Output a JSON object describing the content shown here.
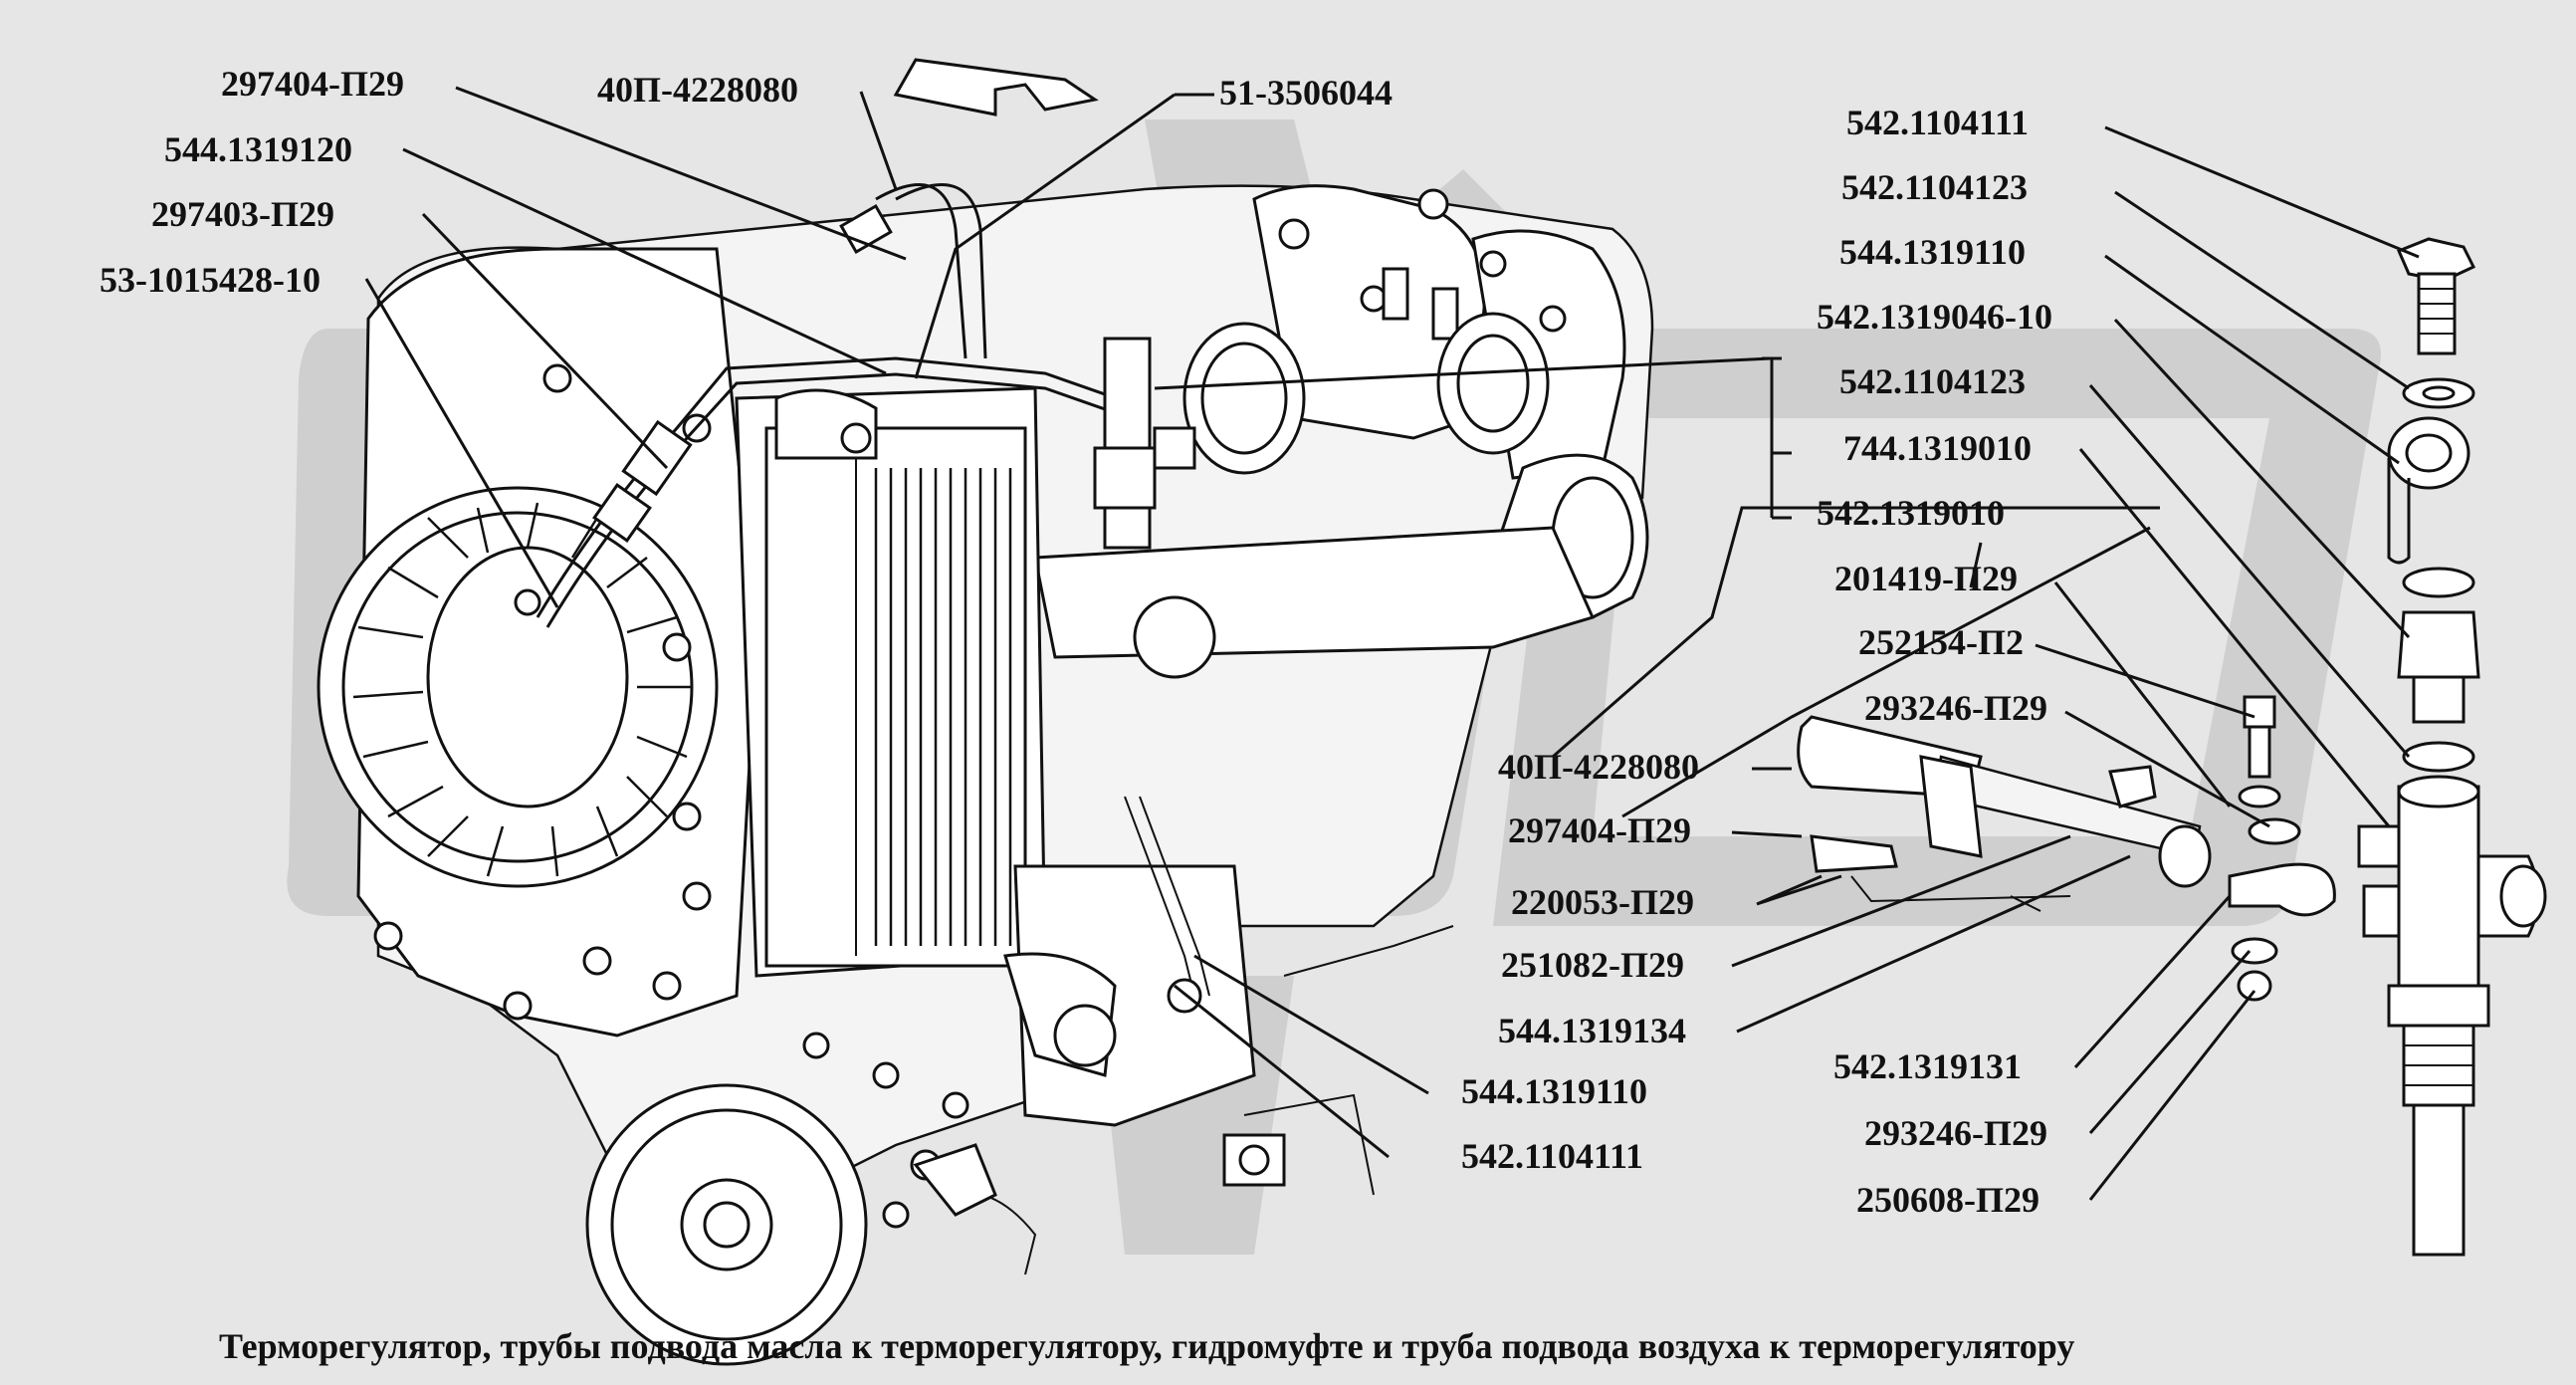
{
  "caption": "Терморегулятор, трубы подвода масла к  терморегулятору, гидромуфте и  труба подвода воздуха к  терморегулятору",
  "labels": {
    "l_297404_top": "297404-П29",
    "l_40p_top": "40П-4228080",
    "l_51_3506044": "51-3506044",
    "l_544_1319120": "544.1319120",
    "l_297403": "297403-П29",
    "l_53_1015428": "53-1015428-10",
    "l_542_1104111_r": "542.1104111",
    "l_542_1104123_a": "542.1104123",
    "l_544_1319110_r": "544.1319110",
    "l_542_1319046": "542.1319046-10",
    "l_542_1104123_b": "542.1104123",
    "l_744_1319010": "744.1319010",
    "l_542_1319010": "542.1319010",
    "l_201419": "201419-П29",
    "l_252154": "252154-П2",
    "l_293246_a": "293246-П29",
    "l_40p_mid": "40П-4228080",
    "l_297404_mid": "297404-П29",
    "l_220053": "220053-П29",
    "l_251082": "251082-П29",
    "l_544_1319134": "544.1319134",
    "l_544_1319110_b": "544.1319110",
    "l_542_1104111_b": "542.1104111",
    "l_542_1319131": "542.1319131",
    "l_293246_b": "293246-П29",
    "l_250608": "250608-П29"
  }
}
